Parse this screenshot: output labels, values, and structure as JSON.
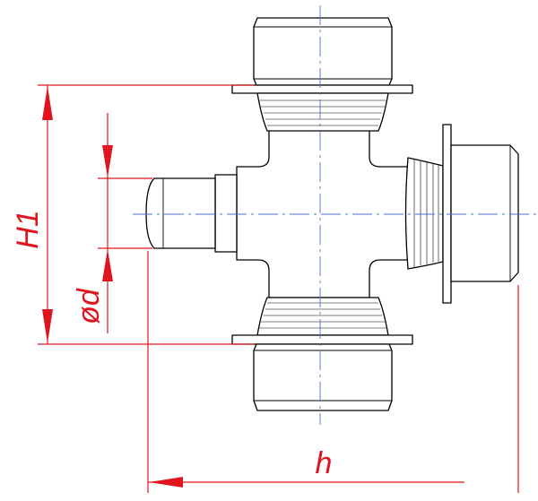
{
  "labels": {
    "height": "H1",
    "diameter": "ød",
    "length": "h"
  },
  "colors": {
    "dimension": "#e0141e",
    "centerline": "#4a6fd0",
    "outline": "#000000"
  }
}
